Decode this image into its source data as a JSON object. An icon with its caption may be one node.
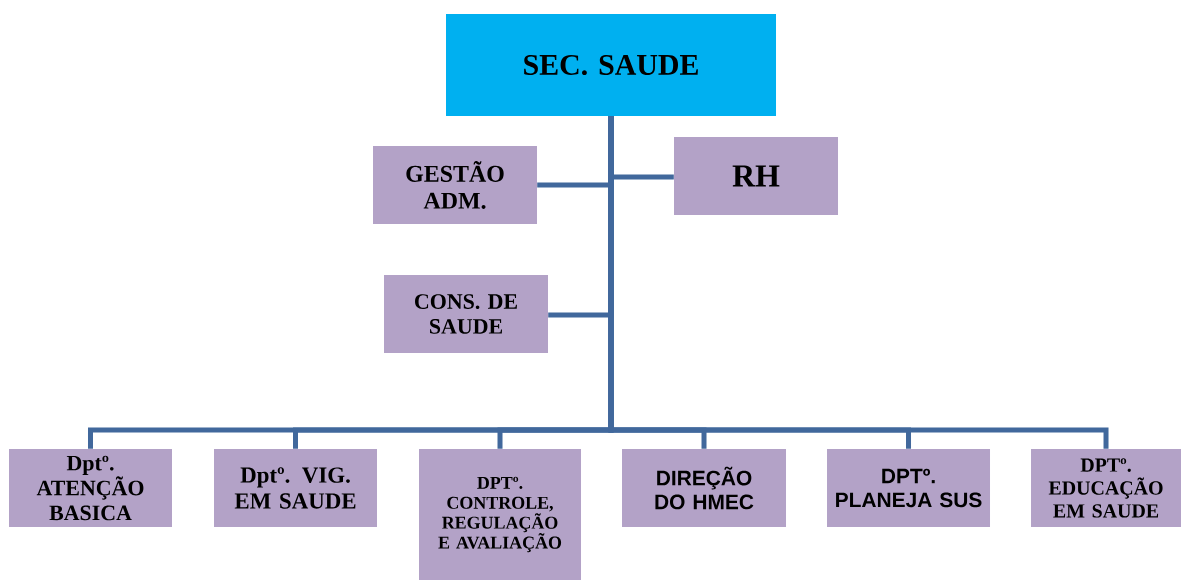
{
  "diagram": {
    "nodes": [
      {
        "text": [
          "SEC. SAUDE"
        ]
      },
      {
        "text": [
          "GESTÃO ADM."
        ]
      },
      {
        "text": [
          "RH"
        ]
      },
      {
        "text": [
          "CONS. DE SAUDE"
        ]
      },
      {
        "text": [
          "Dptº. ATENÇÃO BASICA"
        ]
      },
      {
        "text": [
          "Dptº. VIG. EM SAUDE"
        ]
      },
      {
        "text": [
          "DPTº. CONTROLE, REGULAÇÃO E AVALIAÇÃO"
        ]
      },
      {
        "text": [
          "DIREÇÃO DO HMEC"
        ]
      },
      {
        "text": [
          "DPTº. PLANEJA SUS"
        ]
      },
      {
        "text": [
          "DPTº. EDUCAÇÃO EM SAUDE"
        ]
      }
    ],
    "edges": [
      {
        "from": 0,
        "to": 1,
        "arrow": "none"
      },
      {
        "from": 0,
        "to": 2,
        "arrow": "none"
      },
      {
        "from": 0,
        "to": 3,
        "arrow": "none"
      },
      {
        "from": 0,
        "to": 4,
        "arrow": "none"
      },
      {
        "from": 0,
        "to": 5,
        "arrow": "none"
      },
      {
        "from": 0,
        "to": 6,
        "arrow": "none"
      },
      {
        "from": 0,
        "to": 7,
        "arrow": "none"
      },
      {
        "from": 0,
        "to": 8,
        "arrow": "none"
      },
      {
        "from": 0,
        "to": 9,
        "arrow": "none"
      }
    ]
  }
}
